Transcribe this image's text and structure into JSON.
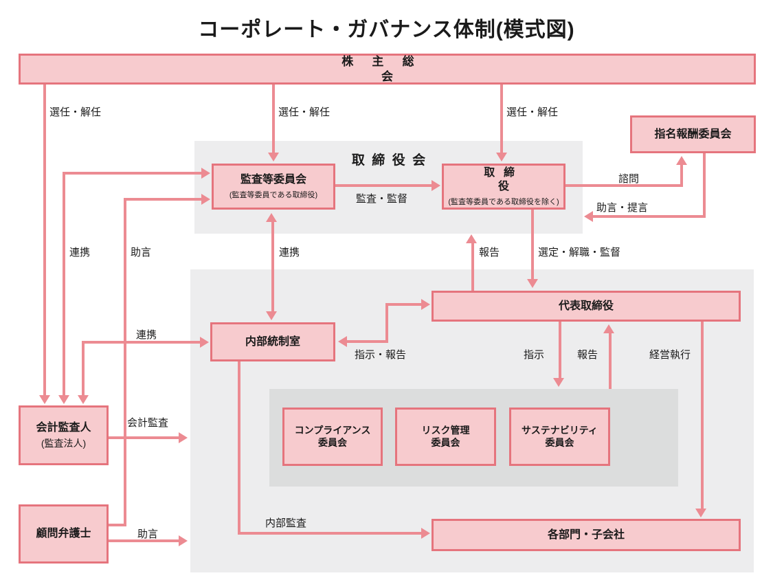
{
  "title": "コーポレート・ガバナンス体制(模式図)",
  "nodes": {
    "shareholders": {
      "label": "株主総会"
    },
    "board": {
      "label": "取締役会"
    },
    "audit_committee": {
      "label": "監査等委員会",
      "sublabel": "(監査等委員である取締役)"
    },
    "directors": {
      "label": "取締役",
      "sublabel": "(監査等委員である取締役を除く)"
    },
    "nomination_committee": {
      "label": "指名報酬委員会"
    },
    "representative_director": {
      "label": "代表取締役"
    },
    "internal_control_office": {
      "label": "内部統制室"
    },
    "compliance_committee": {
      "label": "コンプライアンス\n委員会"
    },
    "risk_committee": {
      "label": "リスク管理\n委員会"
    },
    "sustainability_committee": {
      "label": "サステナビリティ\n委員会"
    },
    "departments": {
      "label": "各部門・子会社"
    },
    "accounting_auditor": {
      "label": "会計監査人",
      "sublabel": "(監査法人)"
    },
    "legal_advisor": {
      "label": "顧問弁護士"
    }
  },
  "edges": {
    "appoint_dismiss_1": "選任・解任",
    "appoint_dismiss_2": "選任・解任",
    "appoint_dismiss_3": "選任・解任",
    "audit_supervise": "監査・監督",
    "consult": "諮問",
    "advice_proposal": "助言・提言",
    "cooperate_auditor": "連携",
    "advice_to_audit_committee": "助言",
    "cooperate_internal_control": "連携",
    "cooperate_audit_committee": "連携",
    "report_to_board": "報告",
    "select_dismiss_supervise": "選定・解職・監督",
    "instruct_report": "指示・報告",
    "instruct": "指示",
    "report_to_representative": "報告",
    "business_execution": "経営執行",
    "internal_audit": "内部監査",
    "accounting_audit": "会計監査",
    "advice_to_company": "助言"
  },
  "colors": {
    "line": "#ec8b92",
    "box_border": "#e5747d",
    "box_fill": "#f7cbce",
    "panel": "#ededee",
    "panel_dark": "#dcdddd",
    "text": "#1a1a1a"
  }
}
